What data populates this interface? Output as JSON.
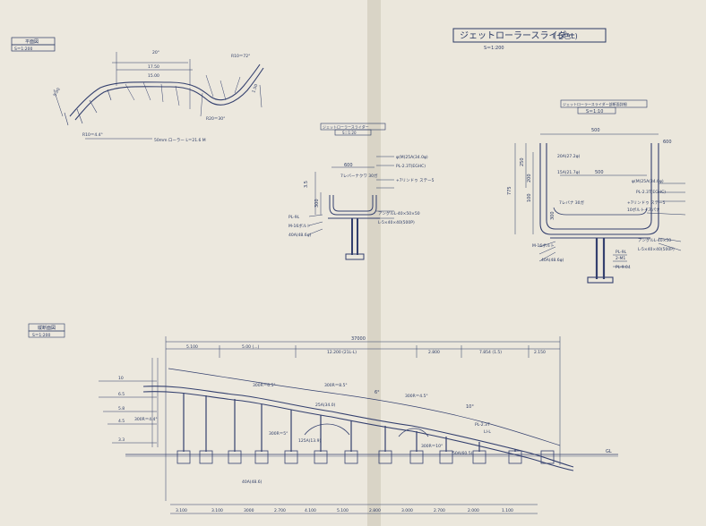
{
  "sheet": {
    "title": "ジェットローラースライダー",
    "title_note": "(七色L)",
    "title_scale": "S＝1:200"
  },
  "plan_view": {
    "label": "平面図",
    "scale": "S＝1:200",
    "dims": [
      "20°",
      "17.50",
      "15.00",
      "R10＝72°",
      "R20＝30°",
      "R10＝4.4°",
      "5.00",
      "1.50"
    ],
    "note": "50mm ローラー L＝21.6 M"
  },
  "section_small": {
    "label": "ジェットローラースライダー",
    "scale": "S＝1:20",
    "dims": [
      "600",
      "3.5",
      "300"
    ],
    "notes": [
      "φ(M)25A(34.0φ)",
      "7レバーナクワ 30ガ",
      "PL-2.3T(EGHC)",
      "+7リンドゥ ステー5",
      "PL-9L",
      "M-16ボルト",
      "40A(48.6φ)",
      "アングルL-40×50×50",
      "L-5×40×40(500P)"
    ]
  },
  "section_large": {
    "label": "ジェットローラースライダー部断面詳細",
    "scale": "S＝1:10",
    "dims": [
      "500",
      "500",
      "775",
      "250",
      "200",
      "100",
      "300",
      "600"
    ],
    "notes": [
      "20A(27.2φ)",
      "15A(21.7φ)",
      "φ(M)25A(34.0φ)",
      "7レバナ 30ガ",
      "PL-2.3T(EGHC)",
      "+7リンドゥ ステー5",
      "10ボルト+スパナ",
      "アングルL-40×50",
      "L-5×40×40(500P)",
      "M-16ボルト",
      "PL-9L",
      "2-M1",
      "40A(48.6φ)",
      "PL-9.04"
    ]
  },
  "profile_view": {
    "label": "縦断面図",
    "scale": "S＝1:200",
    "total_length": "37000",
    "segments": [
      "5.100",
      "5.00 (...)",
      "12.200 (21L-L)",
      "2.800",
      "7.854 (1.5)",
      "2.150"
    ],
    "angles": [
      "300R＝4.4°",
      "300R＝6.5°",
      "300R＝8.5°",
      "300R＝4.5°",
      "300R＝5°",
      "300R＝10°",
      "6°",
      "10°"
    ],
    "levels": [
      "10",
      "6.5",
      "5.8",
      "4.5",
      "3.3",
      "GL"
    ],
    "notes": [
      "25A(34.0)",
      "125A(13.9)",
      "40A(48.6)",
      "50A(60.5)",
      "PL-2.3T",
      "Ll-L"
    ],
    "base_dims": [
      "3.100",
      "3.100",
      "3000",
      "2.700",
      "4.100",
      "5.100",
      "2.800",
      "3.000",
      "2.700",
      "2.000",
      "1.100"
    ]
  },
  "colors": {
    "paper": "#e9e5da",
    "ink": "#2b3a64"
  }
}
